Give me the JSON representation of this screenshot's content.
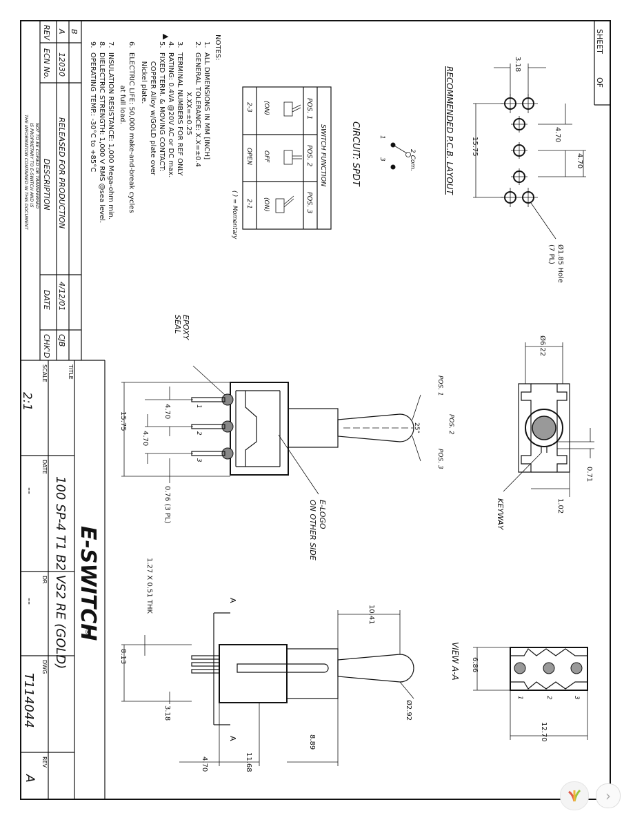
{
  "title_block": {
    "sheet_label": "SHEET",
    "of_label": "OF",
    "title_label": "TITLE",
    "title": "100 SP-4 T1 B2 VS2 RE (GOLD)",
    "scale_label": "SCALE",
    "scale": "2:1",
    "date_label": "DATE",
    "date": "--",
    "dr_label": "DR",
    "dr": "--",
    "dwg_label": "DWG",
    "dwg": "T114044",
    "rev_label": "REV",
    "rev": "A",
    "brand": "E-SWITCH",
    "brand_mark": "®"
  },
  "revision_table": {
    "headers": [
      "REV",
      "ECN No.",
      "DESCRIPTION",
      "DATE",
      "CHK'D"
    ],
    "rows": [
      {
        "rev": "A",
        "ecn": "12030",
        "description": "RELEASED FOR PRODUCTION",
        "date": "4/12/01",
        "chkd": "CJB"
      },
      {
        "rev": "B",
        "ecn": "",
        "description": "",
        "date": "",
        "chkd": ""
      }
    ],
    "notice": [
      "THE INFORMATION CONTAINED IN THIS DOCUMENT",
      "IS PROPRIETARY TO E-SWITCH AND IS",
      "NOT TO BE COPIED OR TRANSFERRED"
    ]
  },
  "notes": {
    "heading": "NOTES:",
    "items": [
      "1.  ALL DIMENSIONS IN MM [INCH]",
      "2.  GENERAL TOLERANCE: X.X=±0.4",
      "                       X.XX=±0.25",
      "3.  TERMINAL NUMBERS FOR REF ONLY",
      "4.  RATING: 0.4VA @20V AC or DC max.",
      "5.  FIXED TERM. & MOVING CONTACT:",
      "         COPPER Alloy w/GOLD plate over",
      "         Nickel plate.",
      "6.  ELECTRIC LIFE: 50,000 make-and-break cycles",
      "                    at full load.",
      "7.  INSULATION RESISTANCE: 1,000 Mega-ohm min.",
      "8.  DIELECTRIC STRENGTH: 1,000 V RMS @sea level.",
      "9.  OPERATING TEMP.: -30°C to +85°C"
    ],
    "arrow_marker": "▶"
  },
  "switch_function": {
    "title": "SWITCH FUNCTION",
    "headers": [
      "POS. 1",
      "POS. 2",
      "POS. 3"
    ],
    "states": [
      "(ON)",
      "OFF",
      "(ON)"
    ],
    "contacts": [
      "2-3",
      "OPEN",
      "2-1"
    ],
    "footnote": "( ) = Momentary"
  },
  "circuit": {
    "title": "CIRCUIT: SPDT",
    "com_label": "2 Com.",
    "t1": "1",
    "t3": "3"
  },
  "pcb_layout": {
    "title": "RECOMMENDED P.C.B. LAYOUT",
    "hole_label": "Ø1.85 Hole",
    "hole_count": "(7 PL)",
    "dims": [
      "3.18",
      "4.70",
      "4.70",
      "15.75"
    ]
  },
  "top_view": {
    "dims": [
      "Ø6.22",
      "0.71",
      "1.02"
    ],
    "keyway_label": "KEYWAY",
    "pos_labels": [
      "POS. 1",
      "POS. 2",
      "POS. 3"
    ],
    "angle": "25°"
  },
  "side_view": {
    "epoxy_label": "EPOXY",
    "seal_label": "SEAL",
    "dims": [
      "15.75",
      "4.70",
      "4.70",
      "0.76 (3 PL)"
    ],
    "terms": [
      "1",
      "2",
      "3"
    ],
    "elogo_label": "E-LOGO",
    "other_side_label": "ON OTHER SIDE"
  },
  "front_view": {
    "dims": [
      "10.41",
      "1.27 X 0.51 THK",
      "8.13",
      "3.18",
      "Ø2.92",
      "4.70",
      "11.68",
      "8.89"
    ],
    "section_marker": "A"
  },
  "view_aa": {
    "title": "VIEW A-A",
    "dims": [
      "6.86",
      "12.70"
    ],
    "terms": [
      "1",
      "2",
      "3"
    ]
  },
  "viewer": {
    "next_label": "›"
  }
}
